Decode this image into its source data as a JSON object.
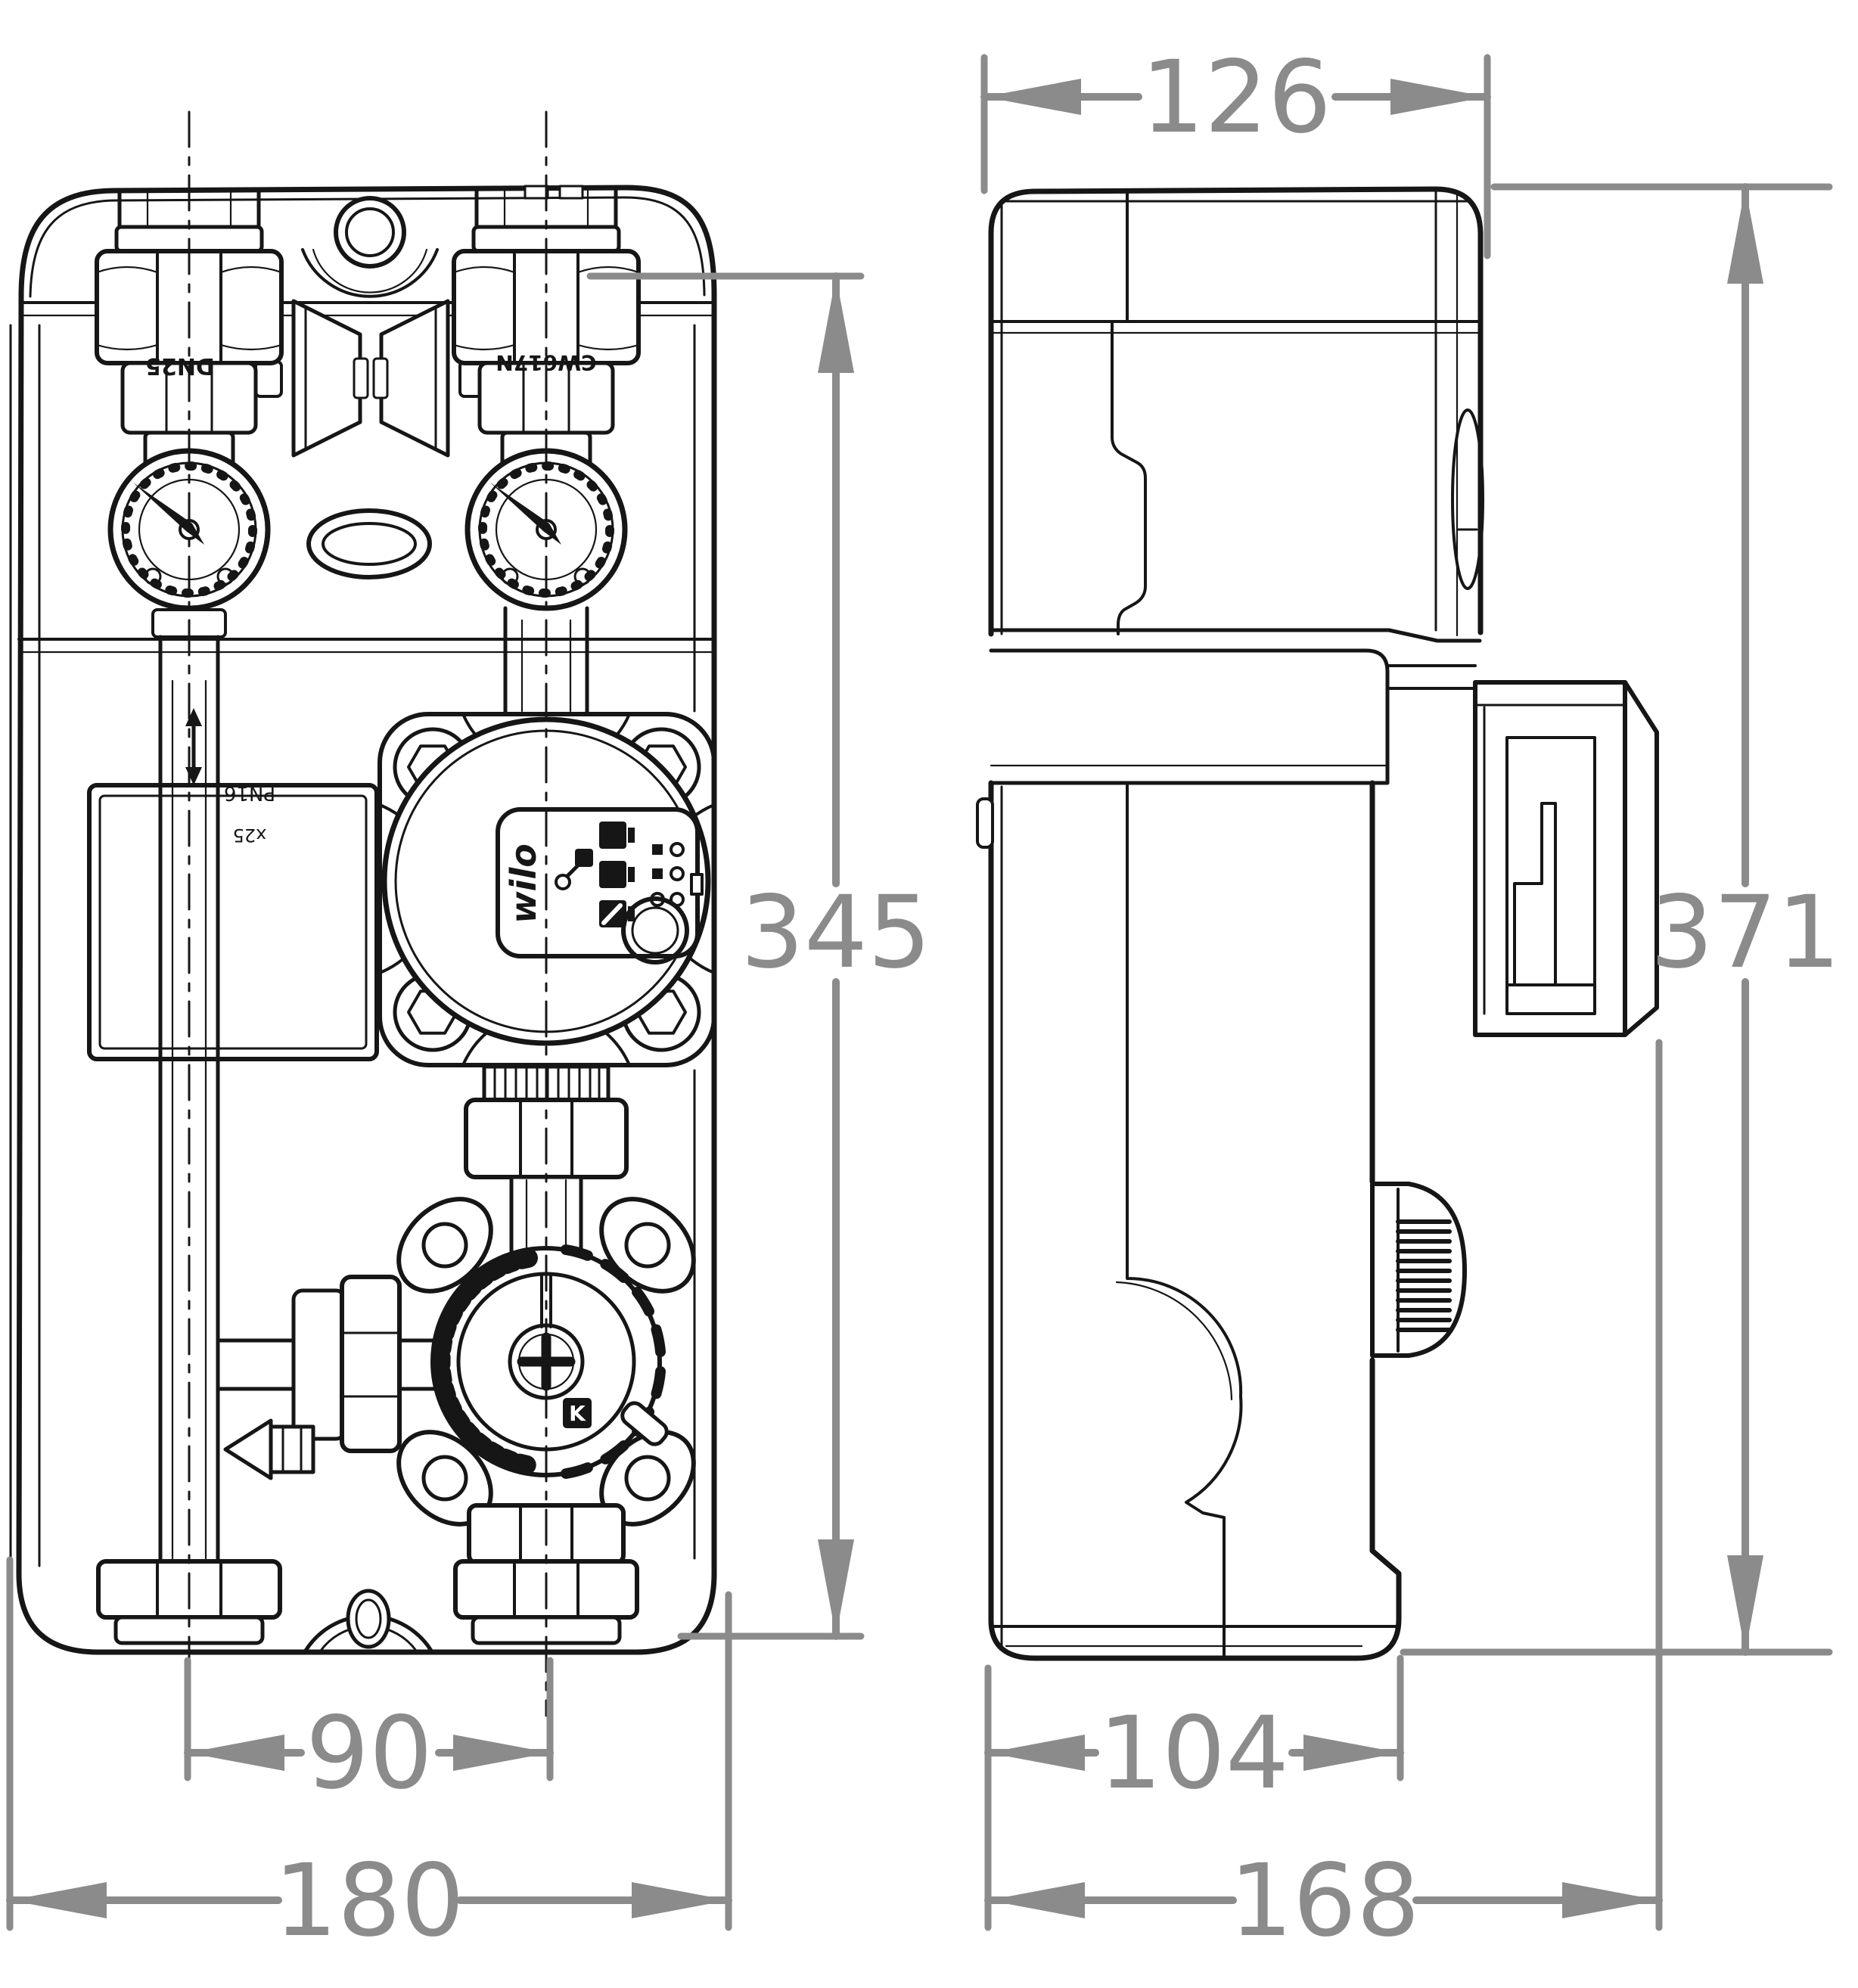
{
  "diagram": {
    "type": "technical-dimensional-drawing",
    "subject": "heating pump group with mixing valve, front and side views",
    "colors": {
      "line": "#161616",
      "dimension": "#8b8b8b",
      "background": "#ffffff"
    },
    "views": [
      {
        "id": "front-view",
        "description": "front elevation with two pressure gauges, circulation pump and mixing valve"
      },
      {
        "id": "side-view",
        "description": "side elevation with insulation shell, pump head and valve knob"
      }
    ],
    "dimensions": {
      "front_width": "180",
      "port_spacing": "90",
      "front_height": "345",
      "side_top_width": "126",
      "side_body_width": "104",
      "side_depth": "168",
      "side_height": "371"
    },
    "part_labels": {
      "pump_brand": "wilo",
      "valve_badge": "K",
      "pipe_marking_left": "DN25",
      "pipe_marking_right": "CW617N",
      "pressure_rating": "PN16",
      "size_marking": "x25"
    }
  }
}
